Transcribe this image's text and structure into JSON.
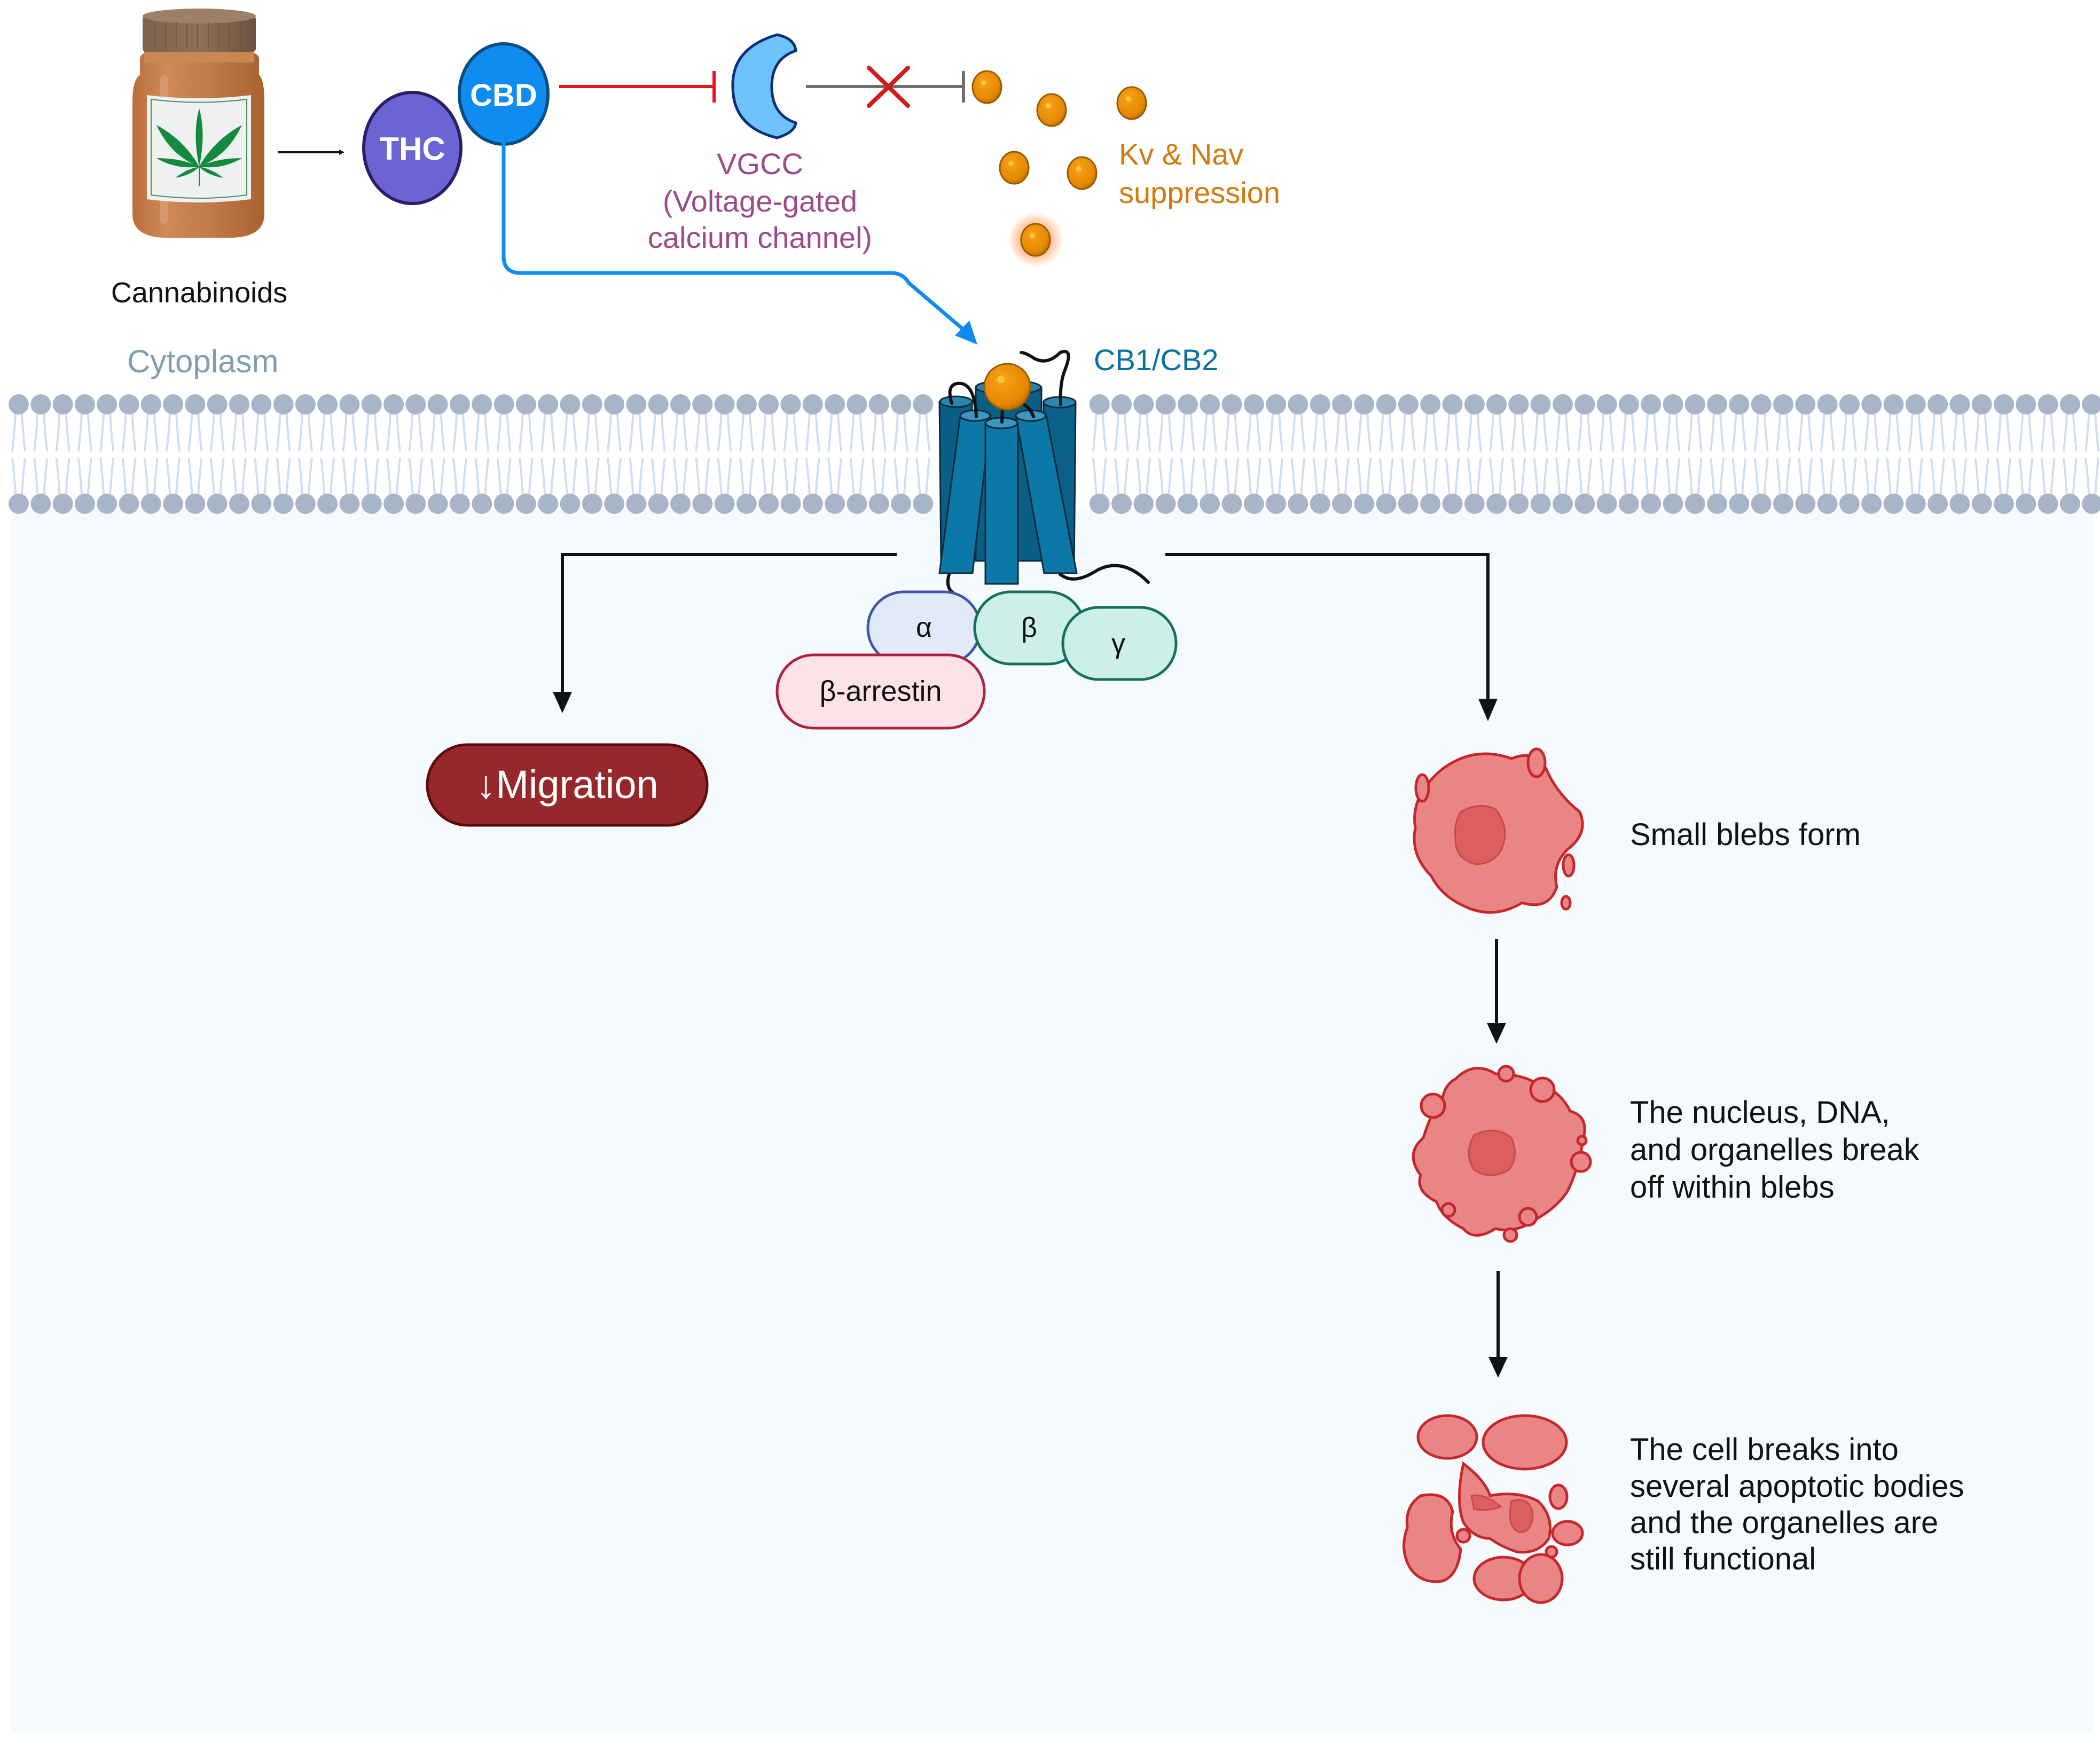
{
  "figure": {
    "source_label": "Cannabinoids",
    "compartment_label": "Cytoplasm",
    "ligands": [
      {
        "label": "THC",
        "color": "#6a65d3"
      },
      {
        "label": "CBD",
        "color": "#0f8cf2"
      }
    ],
    "channel": {
      "name": "VGCC",
      "description_lines": [
        "(Voltage-gated",
        "calcium channel)"
      ],
      "color": "#9b4a8c"
    },
    "ion_effect": {
      "lines": [
        "Kv & Nav",
        "suppression"
      ],
      "color": "#d27a0c",
      "ion_count": 6
    },
    "receptor": {
      "label": "CB1/CB2",
      "color": "#0a70a0"
    },
    "g_protein_subunits": [
      {
        "label": "α"
      },
      {
        "label": "β"
      },
      {
        "label": "γ"
      }
    ],
    "arrestin": {
      "label": "β-arrestin"
    },
    "outcome_migration": {
      "label": "↓Migration",
      "color": "#96272a"
    },
    "apoptosis_steps": [
      {
        "lines": [
          "Small blebs form"
        ]
      },
      {
        "lines": [
          "The nucleus, DNA,",
          "and organelles break",
          "off within blebs"
        ]
      },
      {
        "lines": [
          "The cell breaks into",
          "several apoptotic bodies",
          "and the organelles are",
          "still functional"
        ]
      }
    ],
    "relations": [
      {
        "from": "Cannabinoids",
        "to": "THC",
        "type": "activation"
      },
      {
        "from": "CBD",
        "to": "VGCC",
        "type": "inhibition"
      },
      {
        "from": "VGCC",
        "to": "Kv & Nav",
        "type": "blocked-inhibition"
      },
      {
        "from": "CBD",
        "to": "CB1/CB2",
        "type": "activation"
      },
      {
        "from": "CB1/CB2",
        "to": "↓Migration",
        "type": "activation"
      },
      {
        "from": "CB1/CB2",
        "to": "Small blebs form",
        "type": "activation"
      }
    ]
  }
}
